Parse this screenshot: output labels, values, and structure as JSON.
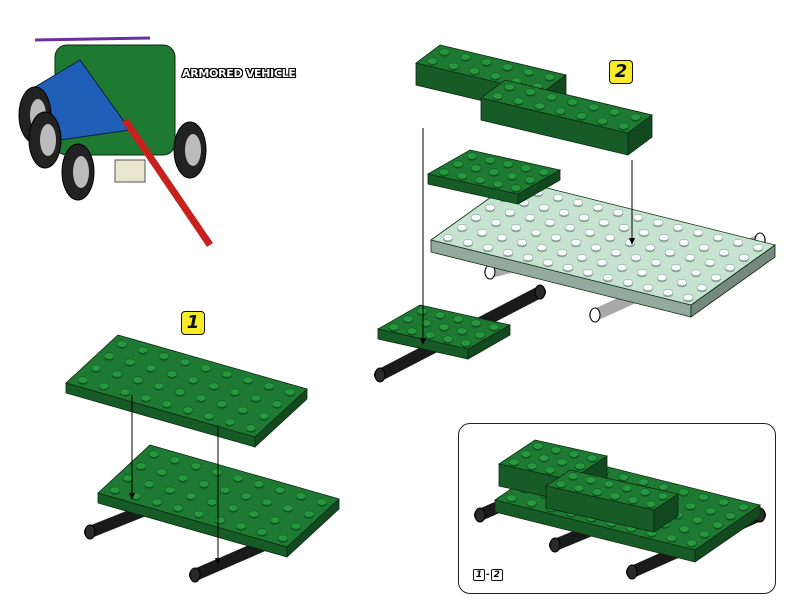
{
  "model_title": "ARMORED VEHICLE",
  "steps": [
    {
      "number": "1"
    },
    {
      "number": "2"
    }
  ],
  "inset": {
    "from": "1",
    "sep": "-",
    "to": "2"
  },
  "colors": {
    "green": "#1e7a32",
    "light_green": "#c6e3d2",
    "black_part": "#1a1a1a",
    "gray_part": "#a9a9a9",
    "badge": "#f7ec2a"
  }
}
